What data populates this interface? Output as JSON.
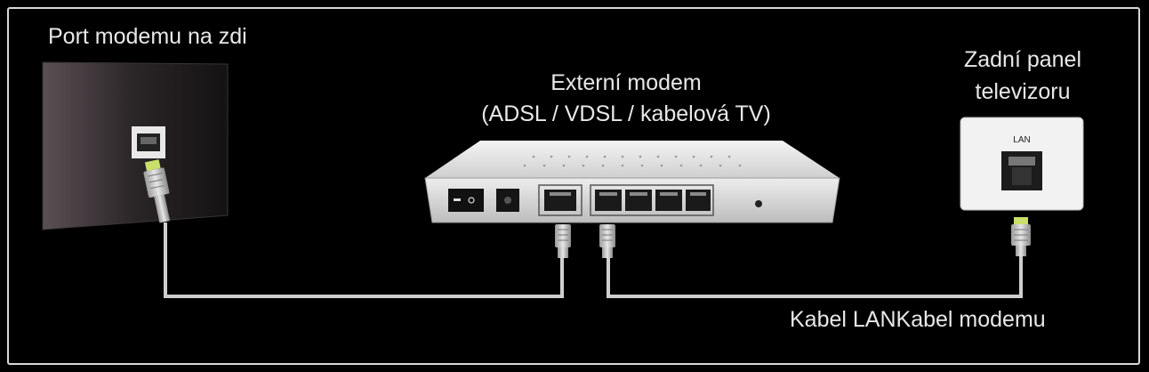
{
  "labels": {
    "wall_port": "Port modemu na zdi",
    "modem_line1": "Externí modem",
    "modem_line2": "(ADSL / VDSL / kabelová TV)",
    "tv_line1": "Zadní panel",
    "tv_line2": "televizoru",
    "cables": "Kabel LANKabel modemu"
  },
  "tv_port_label": "LAN",
  "colors": {
    "background": "#000000",
    "frame": "#d8d8d8",
    "cable": "#cfcfcf",
    "text": "#e8e8e8",
    "connector_accent": "#c8e06a"
  }
}
